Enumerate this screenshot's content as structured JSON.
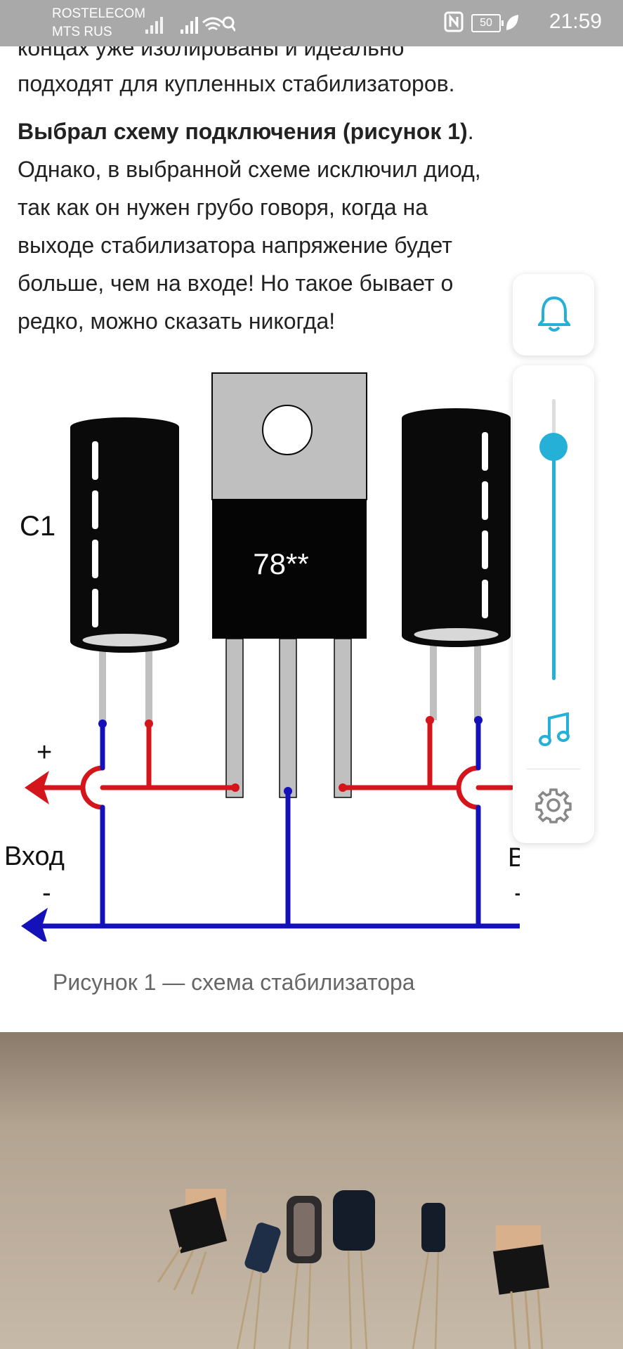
{
  "status_bar": {
    "carrier_1": "ROSTELECOM",
    "carrier_2": "MTS RUS",
    "battery": "50",
    "time": "21:59",
    "icons": [
      "signal-icon",
      "signal-icon",
      "wifi-icon",
      "search-icon",
      "nfc-icon",
      "battery-icon",
      "leaf-icon"
    ]
  },
  "article": {
    "partial_line": "концах уже изолированы и идеально",
    "line_2": "подходят для купленных стабилизаторов.",
    "para2_bold": "Выбрал схему подключения (рисунок 1)",
    "para2_dot": ".",
    "para2_lines": [
      "Однако, в выбранной схеме исключил диод,",
      "так как он нужен грубо говоря, когда на",
      "выходе стабилизатора напряжение будет",
      "больше, чем на входе! Но такое бывает о",
      "редко, можно сказать никогда!"
    ]
  },
  "diagram": {
    "c1_label": "C1",
    "chip_label": "78**",
    "input_label": "Вход",
    "output_label": "Выход",
    "plus": "+",
    "minus": "-",
    "colors": {
      "positive": "#d4161c",
      "negative": "#1411b8",
      "capacitor": "#0a0a0a",
      "legs": "#c0c0c0",
      "tab": "#bfbfbf"
    }
  },
  "caption": "Рисунок 1 — схема стабилизатора",
  "side_panel": {
    "volume_level": 0.83,
    "accent_color": "#25b0d8",
    "icons": [
      "bell-icon",
      "music-note-icon",
      "gear-icon"
    ]
  }
}
